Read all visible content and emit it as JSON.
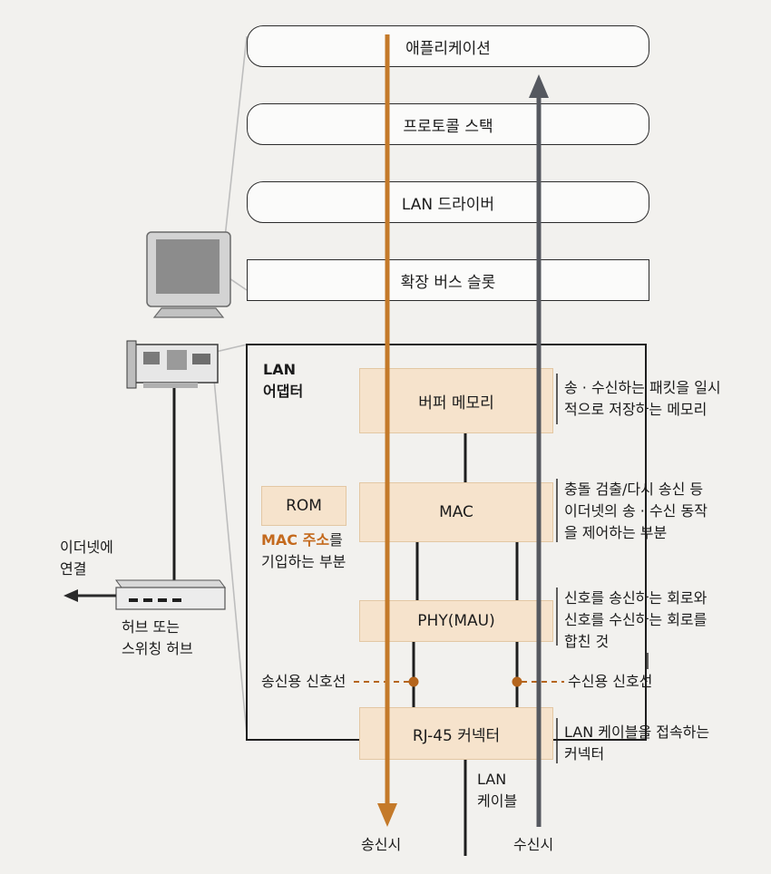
{
  "layers": {
    "application": "애플리케이션",
    "protocol_stack": "프로토콜 스택",
    "lan_driver": "LAN 드라이버",
    "expansion_slot": "확장 버스 슬롯"
  },
  "adapter": {
    "title_line1": "LAN",
    "title_line2": "어댑터",
    "buffer_memory": "버퍼 메모리",
    "mac": "MAC",
    "rom": "ROM",
    "phy": "PHY(MAU)",
    "rj45": "RJ-45 커넥터"
  },
  "rom_note": {
    "highlight": "MAC 주소",
    "suffix": "를",
    "line2": "기입하는 부분"
  },
  "descriptions": {
    "buffer_line1": "송 · 수신하는 패킷을 일시",
    "buffer_line2": "적으로 저장하는 메모리",
    "mac_line1": "충돌 검출/다시 송신 등",
    "mac_line2": "이더넷의 송 · 수신 동작",
    "mac_line3": "을 제어하는 부분",
    "phy_line1": "신호를 송신하는 회로와",
    "phy_line2": "신호를 수신하는 회로를",
    "phy_line3": "합친 것",
    "rj45_line1": "LAN 케이블을 접속하는",
    "rj45_line2": "커넥터"
  },
  "signal_lines": {
    "tx": "송신용 신호선",
    "rx": "수신용 신호선"
  },
  "hub": {
    "connect_line1": "이더넷에",
    "connect_line2": "연결",
    "label_line1": "허브 또는",
    "label_line2": "스위칭 허브"
  },
  "cable": {
    "line1": "LAN",
    "line2": "케이블"
  },
  "bottom": {
    "send": "송신시",
    "receive": "수신시"
  },
  "colors": {
    "send_arrow": "#c47a2a",
    "receive_arrow": "#55585f",
    "component_fill": "#f6e3cc",
    "accent_text": "#c46a1e"
  },
  "icons": [
    "computer-monitor-icon",
    "network-card-icon",
    "hub-icon"
  ]
}
